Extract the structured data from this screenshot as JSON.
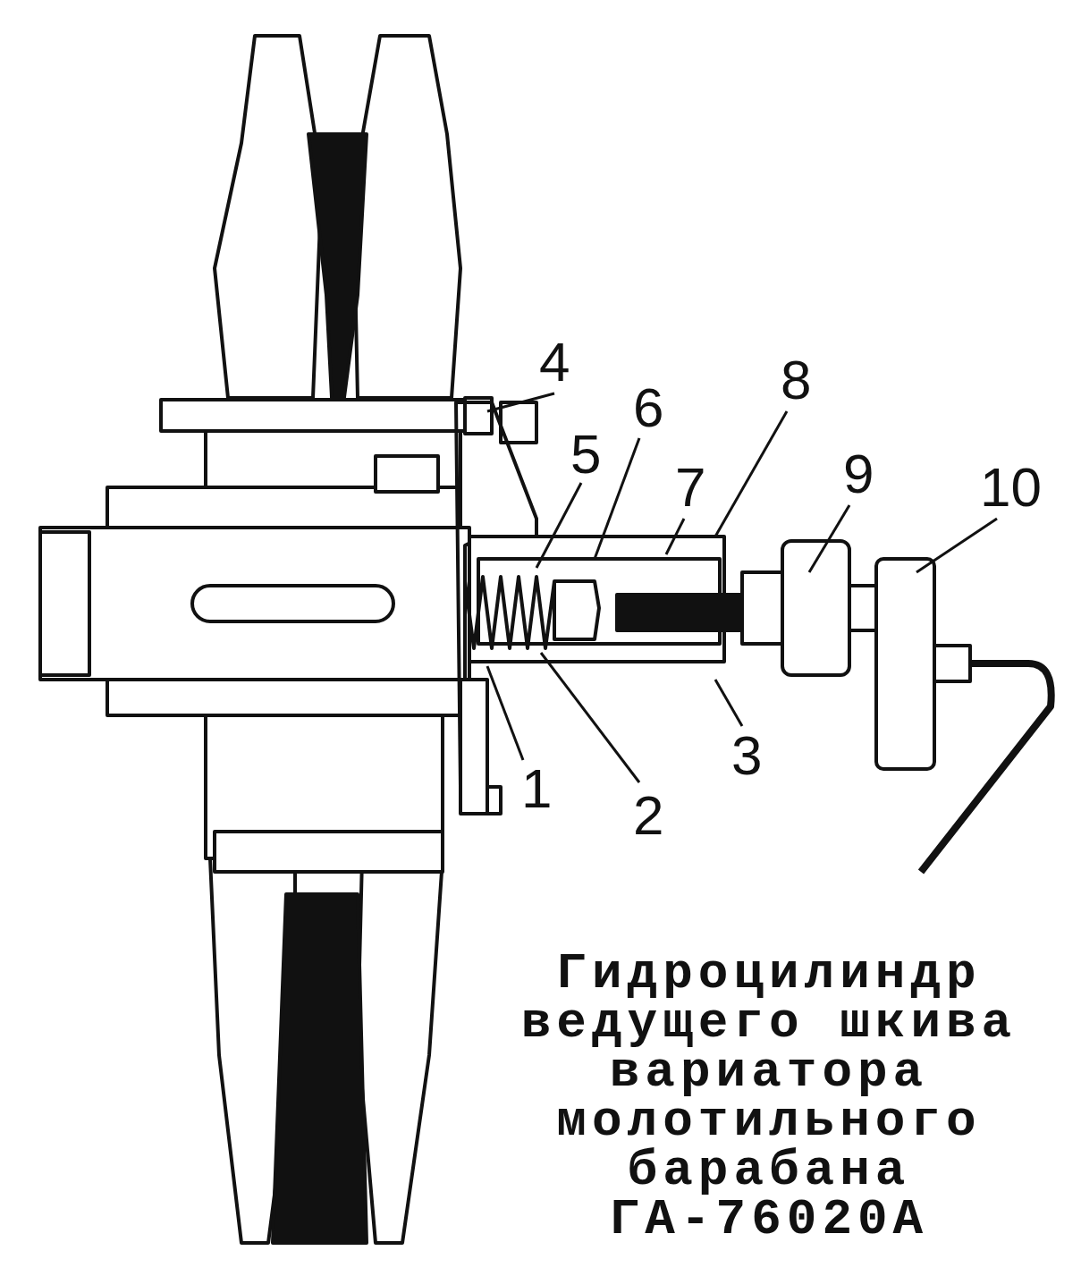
{
  "diagram": {
    "caption": "Гидроцилиндр ведущего шкива вариатора молотильного барабана ГА-76020А",
    "labels": [
      "4",
      "5",
      "6",
      "8",
      "7",
      "9",
      "10",
      "1",
      "2",
      "3"
    ]
  }
}
